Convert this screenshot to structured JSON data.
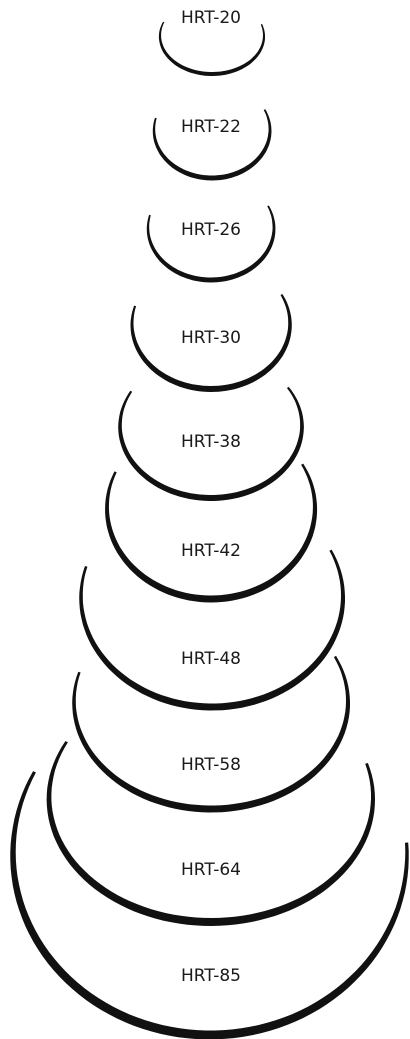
{
  "needles": [
    {
      "label": "HRT-20"
    },
    {
      "label": "HRT-22"
    },
    {
      "label": "HRT-26"
    },
    {
      "label": "HRT-30"
    },
    {
      "label": "HRT-38"
    },
    {
      "label": "HRT-42"
    },
    {
      "label": "HRT-48"
    },
    {
      "label": "HRT-58"
    },
    {
      "label": "HRT-64"
    },
    {
      "label": "HRT-85"
    }
  ],
  "colors": {
    "arc": "#111111",
    "label": "#1a1a1a",
    "background": "#ffffff"
  }
}
